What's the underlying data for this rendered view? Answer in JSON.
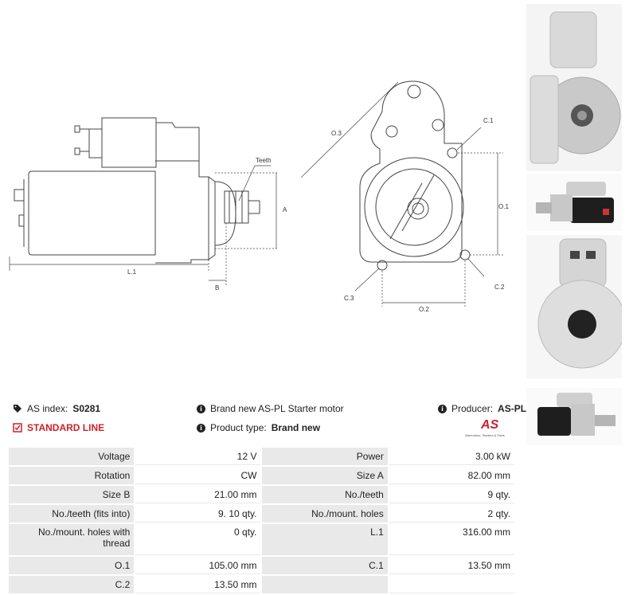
{
  "diagram": {
    "labels": {
      "teeth": "Teeth",
      "a": "A",
      "l1": "L.1",
      "b": "B",
      "o3": "O.3",
      "c1": "C.1",
      "o1": "O.1",
      "c2": "C.2",
      "c3": "C.3",
      "o2": "O.2"
    }
  },
  "info": {
    "as_index_label": "AS index:",
    "as_index_value": "S0281",
    "standard_line": "STANDARD LINE",
    "description": "Brand new AS-PL Starter motor",
    "product_type_label": "Product type:",
    "product_type_value": "Brand new",
    "producer_label": "Producer:",
    "producer_value": "AS-PL",
    "logo_text": "AS",
    "logo_tagline": "Alternators, Starters & Parts"
  },
  "specs": [
    {
      "k1": "Voltage",
      "v1": "12 V",
      "k2": "Power",
      "v2": "3.00 kW"
    },
    {
      "k1": "Rotation",
      "v1": "CW",
      "k2": "Size A",
      "v2": "82.00 mm"
    },
    {
      "k1": "Size B",
      "v1": "21.00 mm",
      "k2": "No./teeth",
      "v2": "9 qty."
    },
    {
      "k1": "No./teeth (fits into)",
      "v1": "9. 10 qty.",
      "k2": "No./mount. holes",
      "v2": "2 qty."
    },
    {
      "k1": "No./mount. holes with thread",
      "v1": "0 qty.",
      "k2": "L.1",
      "v2": "316.00 mm"
    },
    {
      "k1": "O.1",
      "v1": "105.00 mm",
      "k2": "C.1",
      "v2": "13.50 mm"
    },
    {
      "k1": "C.2",
      "v1": "13.50 mm",
      "k2": "",
      "v2": ""
    }
  ]
}
